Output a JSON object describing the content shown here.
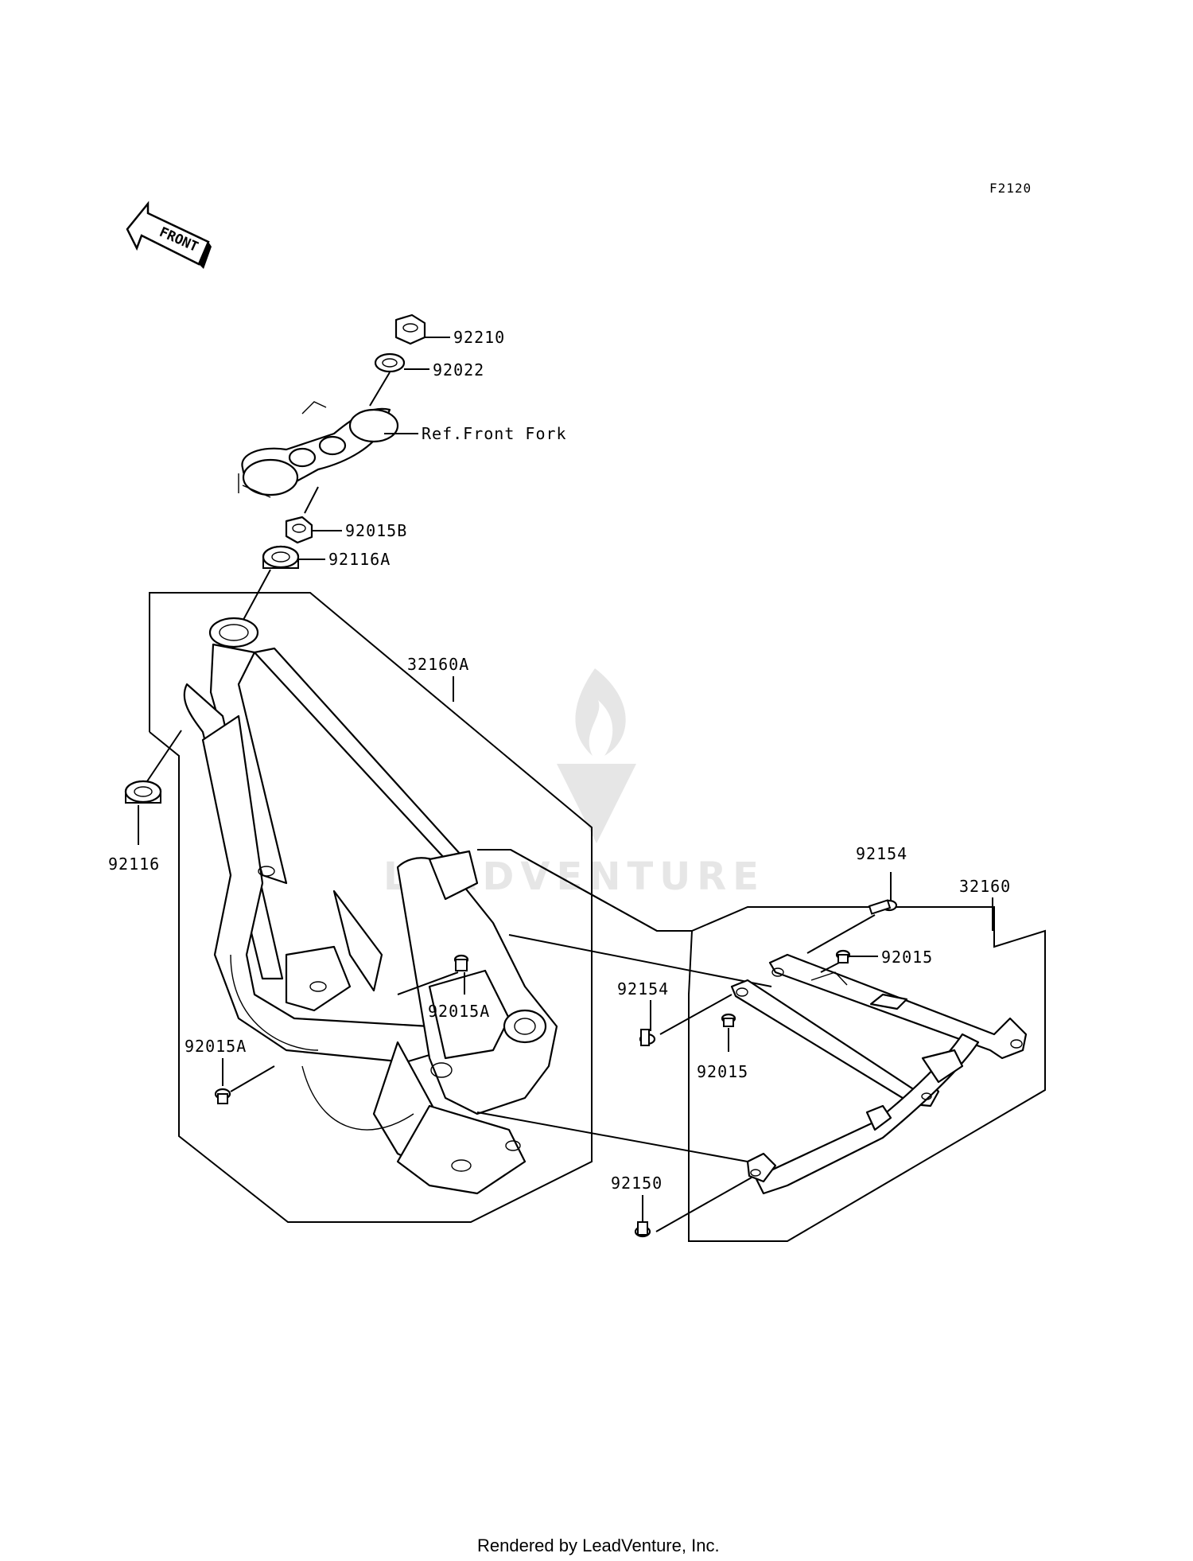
{
  "diagram_code": "F2120",
  "front_arrow_label": "FRONT",
  "watermark": "LEADVENTURE",
  "footer": "Rendered by LeadVenture, Inc.",
  "callouts": {
    "p92210": "92210",
    "p92022": "92022",
    "ref_front_fork": "Ref.Front Fork",
    "p92015B": "92015B",
    "p92116A": "92116A",
    "p32160A": "32160A",
    "p92116": "92116",
    "p92015A_center": "92015A",
    "p92015A_left": "92015A",
    "p92154_top": "92154",
    "p32160": "32160",
    "p92015_right": "92015",
    "p92154_left": "92154",
    "p92015_lower": "92015",
    "p92150": "92150"
  }
}
